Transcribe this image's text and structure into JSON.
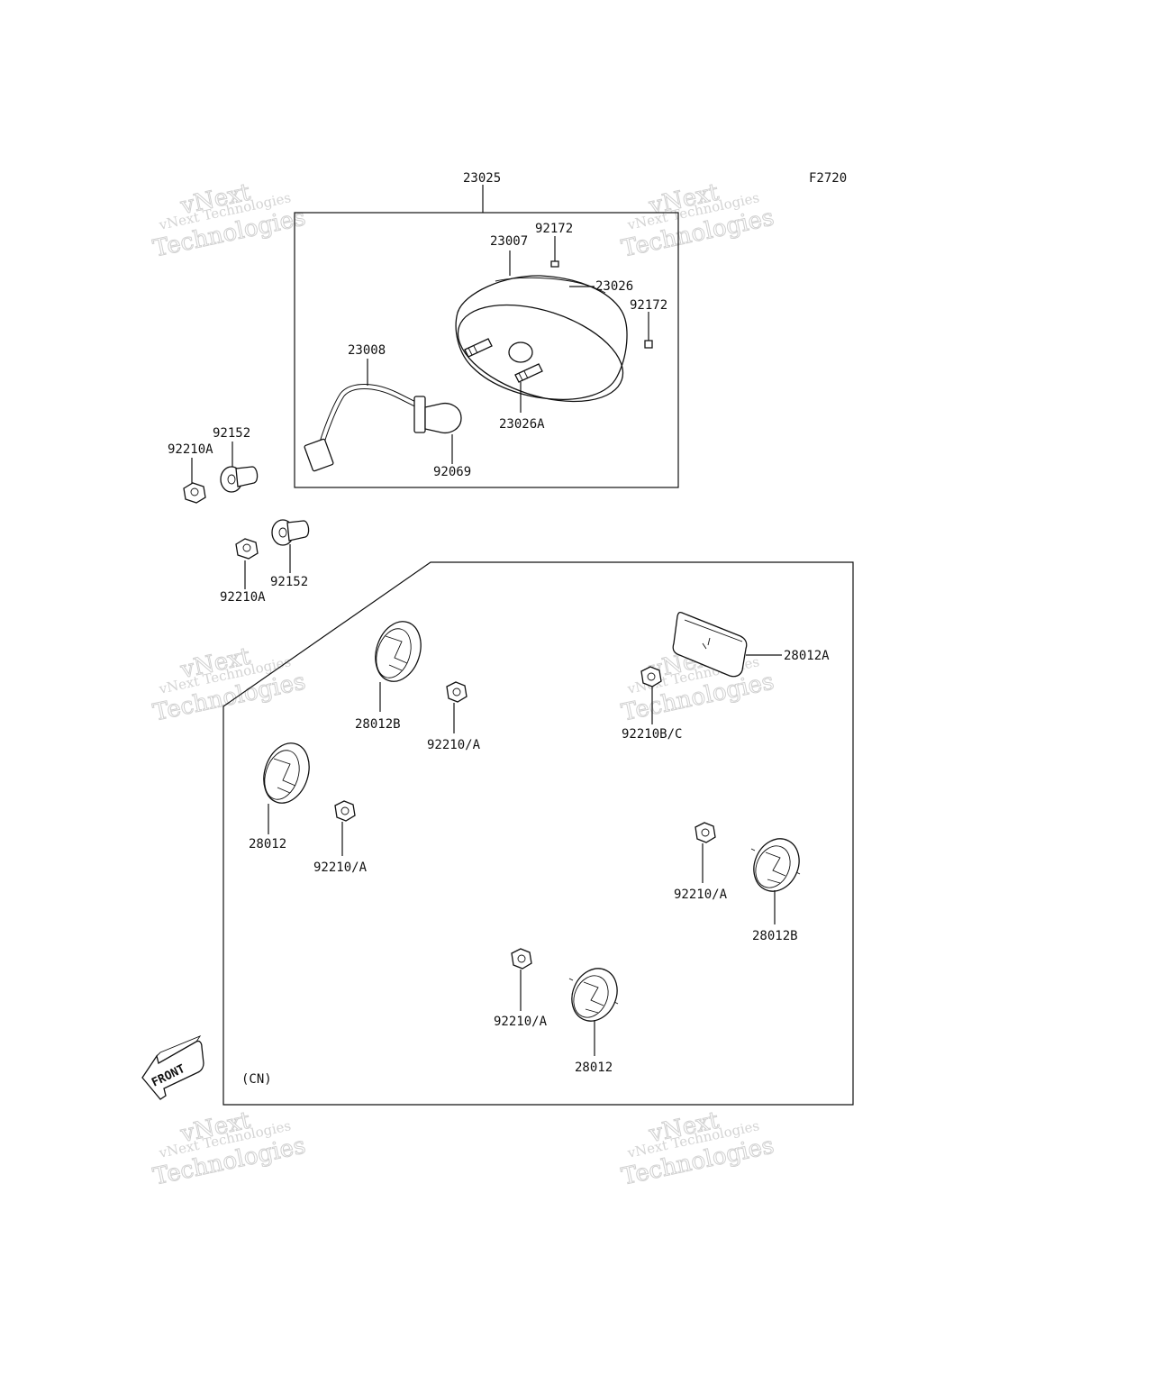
{
  "figure_code": "F2720",
  "region_code": "(CN)",
  "front_label": "FRONT",
  "watermark": {
    "line_top": "vNext",
    "line_mid": "vNext Technologies",
    "line_bottom": "Technologies",
    "line_small": "Technologies"
  },
  "parts": {
    "p23025": "23025",
    "p23007": "23007",
    "p92172_top": "92172",
    "p23026": "23026",
    "p92172_right": "92172",
    "p23008": "23008",
    "p23026A": "23026A",
    "p92069": "92069",
    "p92152_top": "92152",
    "p92210A_top": "92210A",
    "p92152_bottom": "92152",
    "p92210A_bottom": "92210A",
    "p28012A": "28012A",
    "p28012B_top": "28012B",
    "p92210_A_1": "92210/A",
    "p92210B_C": "92210B/C",
    "p28012_left": "28012",
    "p92210_A_2": "92210/A",
    "p92210_A_3": "92210/A",
    "p28012B_right": "28012B",
    "p92210_A_4": "92210/A",
    "p28012_bottom": "28012"
  }
}
